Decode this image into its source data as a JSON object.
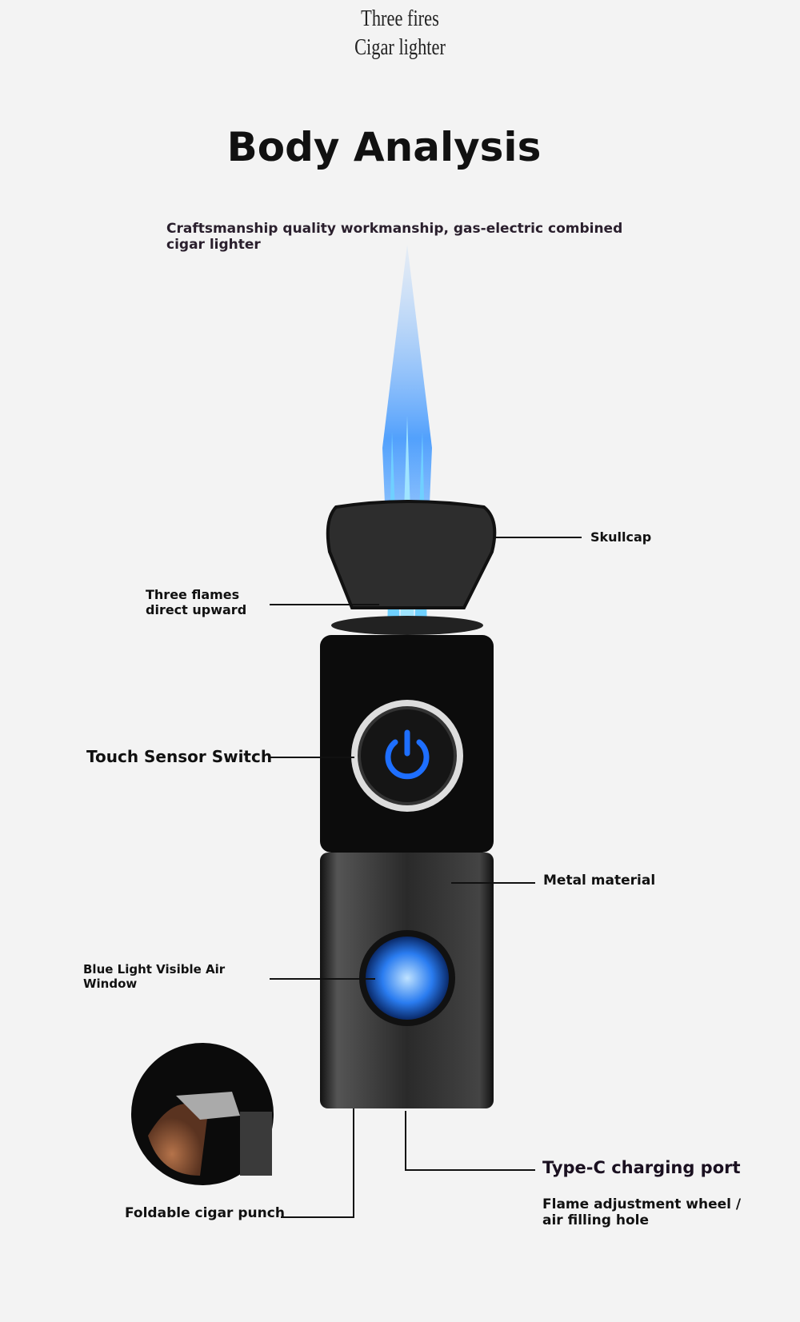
{
  "header": {
    "line1": "Three fires",
    "line2": "Cigar lighter"
  },
  "title": "Body Analysis",
  "subtitle": "Craftsmanship quality workmanship, gas-electric combined cigar lighter",
  "labels": {
    "skullcap": "Skullcap",
    "three_flames": "Three flames direct upward",
    "touch_switch": "Touch Sensor Switch",
    "metal": "Metal material",
    "air_window": "Blue Light Visible Air Window",
    "cigar_punch": "Foldable cigar punch",
    "type_c": "Type-C charging port",
    "flame_wheel": "Flame adjustment wheel / air filling hole"
  },
  "colors": {
    "flame": "#2a8cff",
    "background": "#f3f3f3",
    "body": "#1a1a1a"
  }
}
